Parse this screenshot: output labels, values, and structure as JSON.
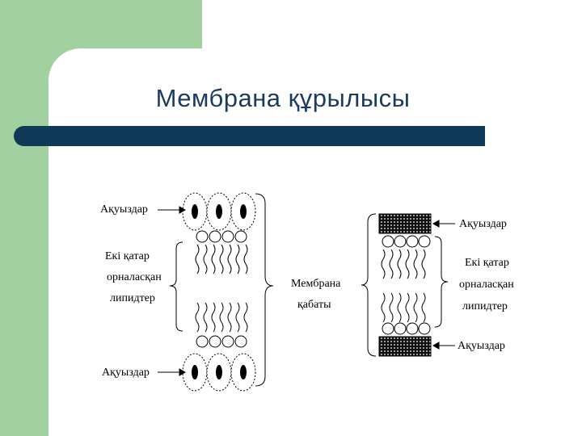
{
  "slide": {
    "title": "Мембрана құрылысы"
  },
  "diagram": {
    "left": {
      "proteins_top": "Ақуыздар",
      "lipids_line1": "Екі қатар",
      "lipids_line2": "орналасқан",
      "lipids_line3": "липидтер",
      "proteins_bottom": "Ақуыздар"
    },
    "center": {
      "line1": "Мембрана",
      "line2": "қабаты"
    },
    "right": {
      "proteins_top": "Ақуыздар",
      "lipids_line1": "Екі қатар",
      "lipids_line2": "орналасқан",
      "lipids_line3": "липидтер",
      "proteins_bottom": "Ақуыздар"
    }
  }
}
